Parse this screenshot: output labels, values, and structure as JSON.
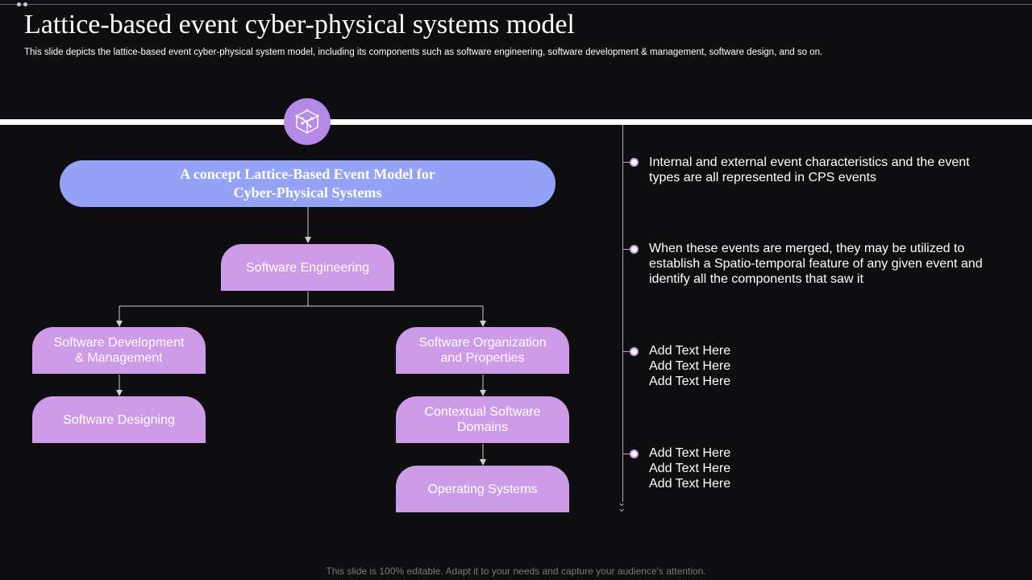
{
  "slide": {
    "title": "Lattice-based event cyber-physical systems model",
    "subtitle": "This slide depicts the lattice-based event cyber-physical system model, including its components such as software engineering, software development & management, software design, and so on.",
    "footer": "This slide is 100% editable. Adapt it to your needs and capture your audience's attention."
  },
  "diagram": {
    "icon": "cube-network-icon",
    "concept_line1": "A concept Lattice-Based Event Model for",
    "concept_line2": "Cyber-Physical Systems",
    "nodes": {
      "software_engineering": "Software Engineering",
      "software_development": "Software Development & Management",
      "software_designing": "Software Designing",
      "software_organization": "Software Organization and Properties",
      "contextual_domains": "Contextual Software Domains",
      "operating_systems": "Operating Systems"
    }
  },
  "bullets": [
    {
      "lines": [
        "Internal and external event characteristics and the event types are all represented in CPS events"
      ]
    },
    {
      "lines": [
        "When these events are merged, they may be utilized to establish a Spatio-temporal feature of any given event and identify all the components that saw it"
      ]
    },
    {
      "lines": [
        "Add Text Here",
        "Add Text Here",
        "Add Text Here"
      ]
    },
    {
      "lines": [
        "Add Text Here",
        "Add Text Here",
        "Add Text Here"
      ]
    }
  ],
  "colors": {
    "background": "#0e0e10",
    "concept_box": "#94a3f5",
    "node_box": "#cd9be8",
    "icon_circle": "#b48ae6",
    "accent": "#c89be6"
  }
}
